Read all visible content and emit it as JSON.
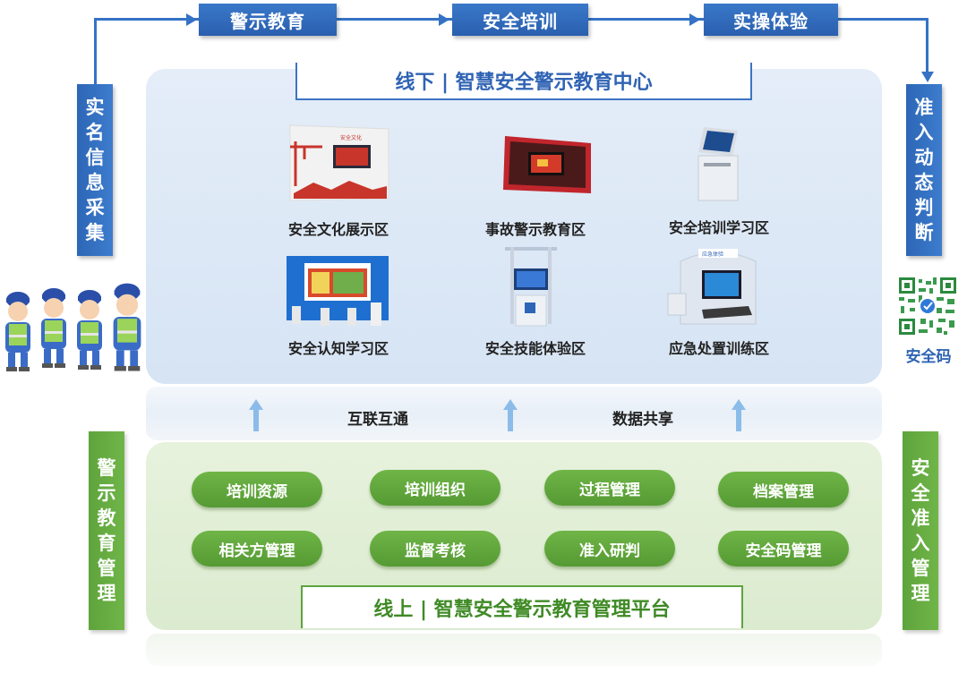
{
  "top_flow": [
    "警示教育",
    "安全培训",
    "实操体验"
  ],
  "left_vertical": "实名信息采集",
  "right_vertical": "准入动态判断",
  "offline": {
    "title": "线下 | 智慧安全警示教育中心",
    "zones": [
      "安全文化展示区",
      "事故警示教育区",
      "安全培训学习区",
      "安全认知学习区",
      "安全技能体验区",
      "应急处置训练区"
    ]
  },
  "middle": {
    "left": "互联互通",
    "right": "数据共享"
  },
  "online": {
    "title": "线上 | 智慧安全警示教育管理平台",
    "modules": [
      "培训资源",
      "培训组织",
      "过程管理",
      "档案管理",
      "相关方管理",
      "监督考核",
      "准入研判",
      "安全码管理"
    ]
  },
  "left_green": "警示教育管理",
  "right_green": "安全准入管理",
  "qr_label": "安全码",
  "colors": {
    "blue": "#2f63b4",
    "green": "#5da43f"
  }
}
